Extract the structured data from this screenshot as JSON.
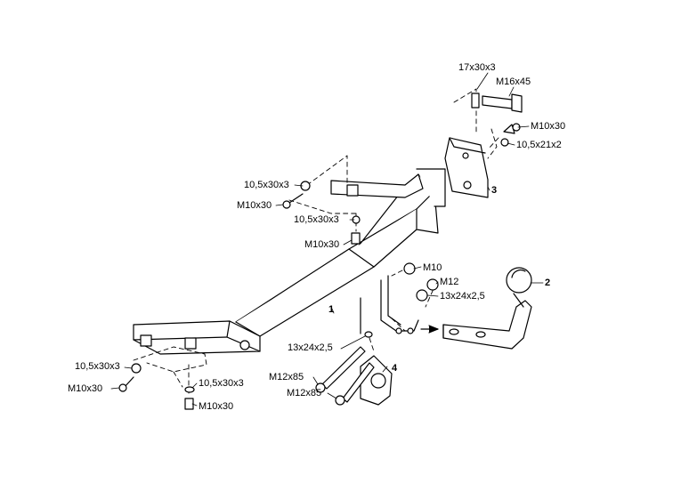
{
  "callouts": {
    "washer_17": "17x30x3",
    "bolt_m16": "M16x45",
    "bolt_m10_right": "M10x30",
    "washer_10_21": "10,5x21x2",
    "washer_left_top": "10,5x30x3",
    "bolt_left_top": "M10x30",
    "washer_left_mid": "10,5x30x3",
    "bolt_left_mid": "M10x30",
    "nut_m10": "M10",
    "nut_m12": "M12",
    "washer_13_right": "13x24x2,5",
    "washer_13_left": "13x24x2,5",
    "washer_bottom_left": "10,5x30x3",
    "bolt_bottom_left": "M10x30",
    "washer_bottom_mid": "10,5x30x3",
    "bolt_bottom_mid": "M10x30",
    "bolt_m12_a": "M12x85",
    "bolt_m12_b": "M12x85"
  },
  "parts": {
    "crossbar": "1",
    "tow_ball": "2",
    "right_bracket": "3",
    "socket_plate": "4"
  }
}
